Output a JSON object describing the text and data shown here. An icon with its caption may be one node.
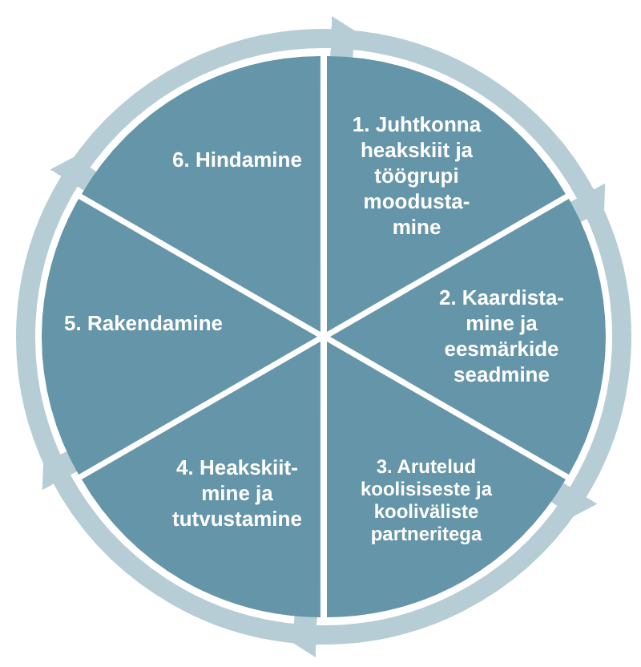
{
  "diagram": {
    "nodes": [
      {
        "text": [
          "1. Juhtkonna heakskiit ja töögrupi moodusta-mine"
        ]
      },
      {
        "text": [
          "2. Kaardista-mine ja eesmärkide seadmine"
        ]
      },
      {
        "text": [
          "3. Arutelud koolisiseste ja kooliväliste partneritega"
        ]
      },
      {
        "text": [
          "4. Heakskiit-mine ja tutvustamine"
        ]
      },
      {
        "text": [
          "5. Rakendamine"
        ]
      },
      {
        "text": [
          "6. Hindamine"
        ]
      }
    ],
    "edges": [
      {
        "from": 0,
        "to": 1,
        "arrow": "to"
      },
      {
        "from": 1,
        "to": 2,
        "arrow": "to"
      },
      {
        "from": 2,
        "to": 3,
        "arrow": "to"
      },
      {
        "from": 3,
        "to": 4,
        "arrow": "to"
      },
      {
        "from": 4,
        "to": 5,
        "arrow": "to"
      },
      {
        "from": 5,
        "to": 0,
        "arrow": "to"
      }
    ]
  }
}
